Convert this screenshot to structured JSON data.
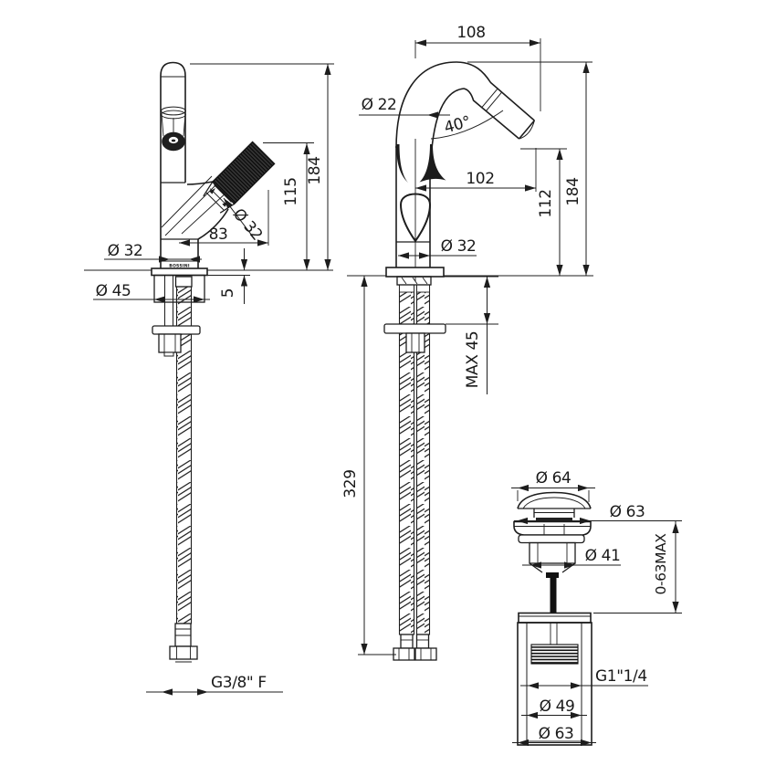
{
  "title": "Bidet mixer technical dimension drawing",
  "colors": {
    "background": "#ffffff",
    "line": "#1d1d1d",
    "text": "#1a1a1a",
    "knurl_fill": "#2e2e2e"
  },
  "labels": {
    "left": {
      "height_total": "184",
      "height_handle": "115",
      "handle_reach": "83",
      "handle_dia": "Ø 32",
      "body_dia": "Ø 32",
      "base_dia": "Ø 45",
      "plate_thickness": "5",
      "hose_thread": "G3/8\" F",
      "brand": "BOSSINI"
    },
    "right": {
      "spout_reach": "108",
      "spout_dia": "Ø 22",
      "spout_angle": "40°",
      "outlet_reach": "102",
      "outlet_height": "112",
      "height_total": "184",
      "body_dia": "Ø 32",
      "counter_max": "MAX 45",
      "hose_length": "329"
    },
    "drain": {
      "cap_dia": "Ø 64",
      "flange_dia": "Ø 63",
      "body_dia": "Ø 41",
      "adjust_range": "0-63MAX",
      "thread": "G1\"1/4",
      "inner_dia": "Ø 49",
      "outer_dia": "Ø 63"
    }
  }
}
